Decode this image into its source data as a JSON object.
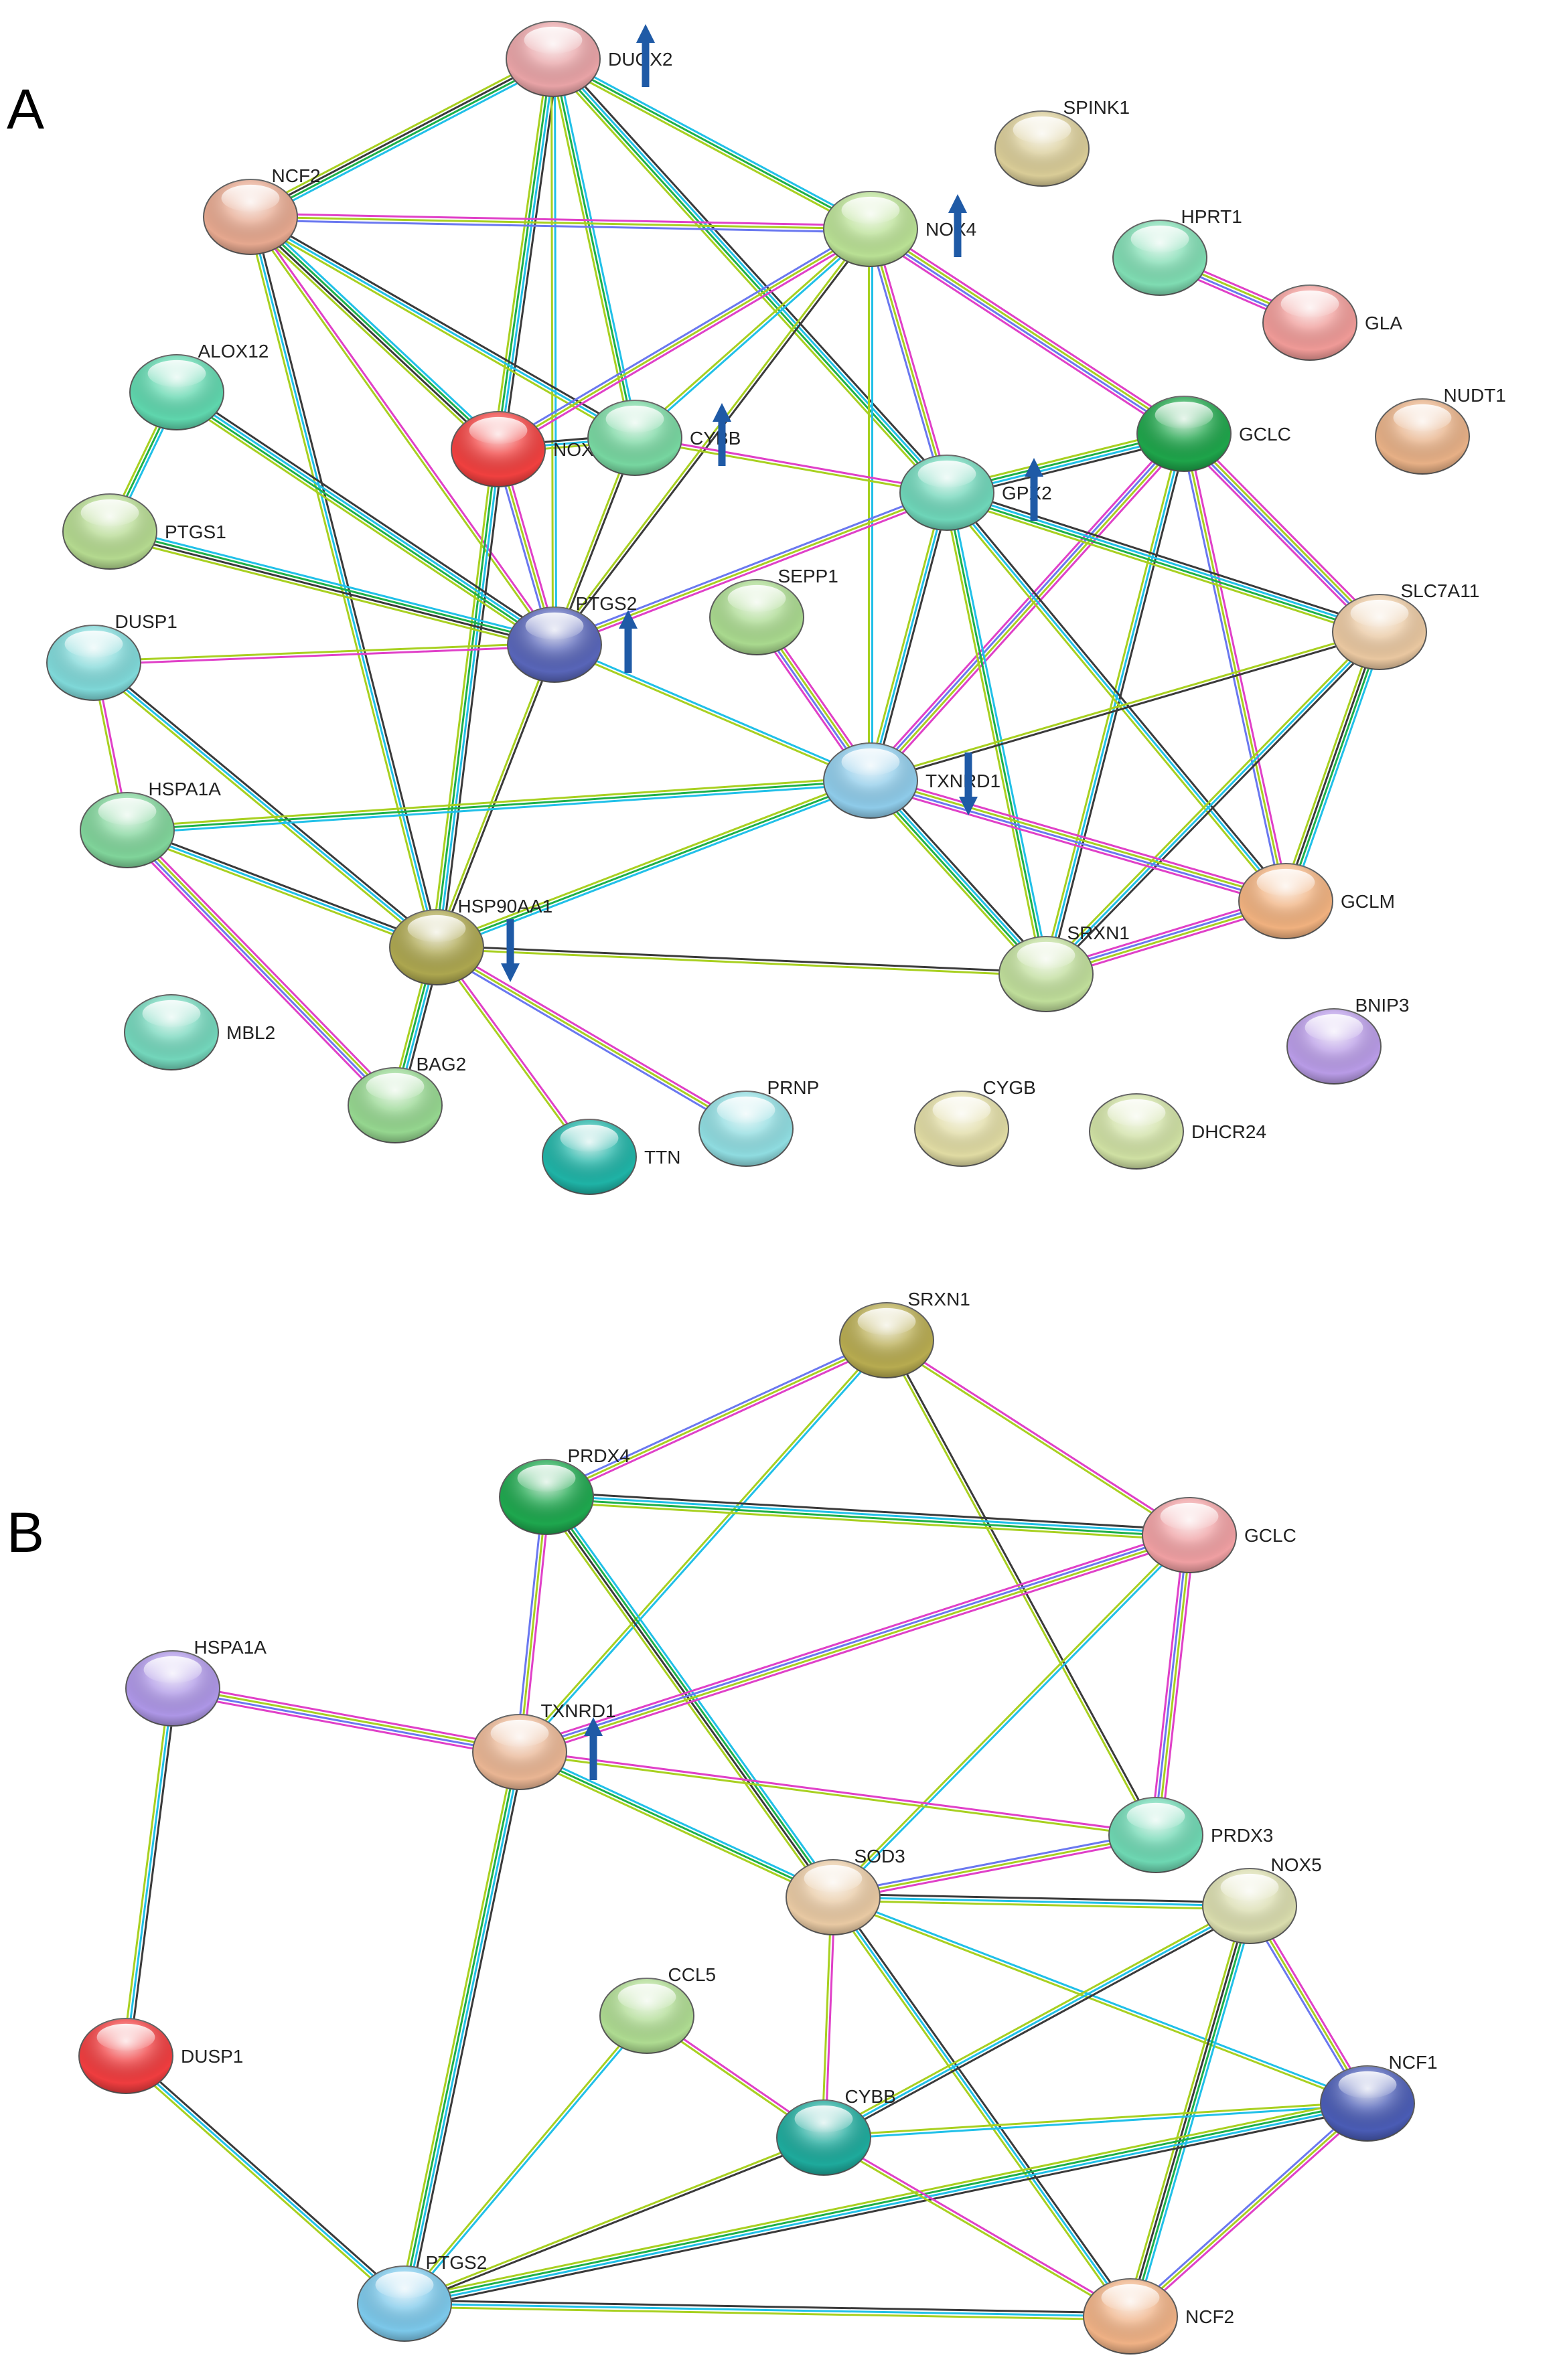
{
  "panels": [
    {
      "letter": "A",
      "nodes": [
        {
          "id": "DUOX2",
          "label": "DUOX2",
          "color": "#e8a3a6",
          "arrow": "up"
        },
        {
          "id": "SPINK1",
          "label": "SPINK1",
          "color": "#d9cc97"
        },
        {
          "id": "NCF2",
          "label": "NCF2",
          "color": "#e6a88f"
        },
        {
          "id": "NOX4",
          "label": "NOX4",
          "color": "#b9e094",
          "arrow": "up"
        },
        {
          "id": "HPRT1",
          "label": "HPRT1",
          "color": "#7fdcb2"
        },
        {
          "id": "GLA",
          "label": "GLA",
          "color": "#ef9a97"
        },
        {
          "id": "ALOX12",
          "label": "ALOX12",
          "color": "#5fd6ad"
        },
        {
          "id": "NOX5",
          "label": "NOX5",
          "color": "#f0403f"
        },
        {
          "id": "CYBB",
          "label": "CYBB",
          "color": "#77d6a0",
          "arrow": "up"
        },
        {
          "id": "GCLC",
          "label": "GCLC",
          "color": "#1ea44a"
        },
        {
          "id": "NUDT1",
          "label": "NUDT1",
          "color": "#e7b086"
        },
        {
          "id": "PTGS1",
          "label": "PTGS1",
          "color": "#b4d98f"
        },
        {
          "id": "GPX2",
          "label": "GPX2",
          "color": "#6ed5b8",
          "arrow": "up"
        },
        {
          "id": "SEPP1",
          "label": "SEPP1",
          "color": "#a9d98e"
        },
        {
          "id": "PTGS2",
          "label": "PTGS2",
          "color": "#5865b8",
          "arrow": "up"
        },
        {
          "id": "SLC7A11",
          "label": "SLC7A11",
          "color": "#e9c7a0"
        },
        {
          "id": "DUSP1",
          "label": "DUSP1",
          "color": "#7fd8d8"
        },
        {
          "id": "TXNRD1",
          "label": "TXNRD1",
          "color": "#8ecbe9",
          "arrow": "down"
        },
        {
          "id": "HSPA1A",
          "label": "HSPA1A",
          "color": "#80d49a"
        },
        {
          "id": "GCLM",
          "label": "GCLM",
          "color": "#f0b17f"
        },
        {
          "id": "HSP90AA1",
          "label": "HSP90AA1",
          "color": "#aca64f",
          "arrow": "down"
        },
        {
          "id": "SRXN1",
          "label": "SRXN1",
          "color": "#bfdd9a"
        },
        {
          "id": "BNIP3",
          "label": "BNIP3",
          "color": "#b89be6"
        },
        {
          "id": "MBL2",
          "label": "MBL2",
          "color": "#73d6bb"
        },
        {
          "id": "BAG2",
          "label": "BAG2",
          "color": "#95d68f"
        },
        {
          "id": "TTN",
          "label": "TTN",
          "color": "#1fb3a6"
        },
        {
          "id": "PRNP",
          "label": "PRNP",
          "color": "#8fdce0"
        },
        {
          "id": "CYGB",
          "label": "CYGB",
          "color": "#e0dba3"
        },
        {
          "id": "DHCR24",
          "label": "DHCR24",
          "color": "#cfe0a3"
        }
      ],
      "edges": [
        [
          "DUOX2",
          "NCF2"
        ],
        [
          "DUOX2",
          "NOX4"
        ],
        [
          "DUOX2",
          "NOX5"
        ],
        [
          "DUOX2",
          "CYBB"
        ],
        [
          "DUOX2",
          "PTGS2"
        ],
        [
          "DUOX2",
          "GPX2"
        ],
        [
          "NCF2",
          "NOX4"
        ],
        [
          "NCF2",
          "NOX5"
        ],
        [
          "NCF2",
          "CYBB"
        ],
        [
          "NCF2",
          "PTGS2"
        ],
        [
          "NCF2",
          "HSP90AA1"
        ],
        [
          "NOX4",
          "NOX5"
        ],
        [
          "NOX4",
          "CYBB"
        ],
        [
          "NOX4",
          "PTGS2"
        ],
        [
          "NOX4",
          "GCLC"
        ],
        [
          "NOX4",
          "GPX2"
        ],
        [
          "NOX4",
          "TXNRD1"
        ],
        [
          "NOX5",
          "CYBB"
        ],
        [
          "NOX5",
          "PTGS2"
        ],
        [
          "NOX5",
          "HSP90AA1"
        ],
        [
          "CYBB",
          "PTGS2"
        ],
        [
          "CYBB",
          "GPX2"
        ],
        [
          "HPRT1",
          "GLA"
        ],
        [
          "ALOX12",
          "PTGS1"
        ],
        [
          "ALOX12",
          "PTGS2"
        ],
        [
          "PTGS1",
          "PTGS2"
        ],
        [
          "GCLC",
          "GPX2"
        ],
        [
          "GCLC",
          "SLC7A11"
        ],
        [
          "GCLC",
          "GCLM"
        ],
        [
          "GCLC",
          "TXNRD1"
        ],
        [
          "GCLC",
          "SRXN1"
        ],
        [
          "GPX2",
          "TXNRD1"
        ],
        [
          "GPX2",
          "SLC7A11"
        ],
        [
          "GPX2",
          "GCLM"
        ],
        [
          "GPX2",
          "SRXN1"
        ],
        [
          "GPX2",
          "PTGS2"
        ],
        [
          "SEPP1",
          "TXNRD1"
        ],
        [
          "PTGS2",
          "DUSP1"
        ],
        [
          "PTGS2",
          "TXNRD1"
        ],
        [
          "PTGS2",
          "HSP90AA1"
        ],
        [
          "SLC7A11",
          "TXNRD1"
        ],
        [
          "SLC7A11",
          "GCLM"
        ],
        [
          "SLC7A11",
          "SRXN1"
        ],
        [
          "DUSP1",
          "HSPA1A"
        ],
        [
          "DUSP1",
          "HSP90AA1"
        ],
        [
          "TXNRD1",
          "HSPA1A"
        ],
        [
          "TXNRD1",
          "GCLM"
        ],
        [
          "TXNRD1",
          "SRXN1"
        ],
        [
          "TXNRD1",
          "HSP90AA1"
        ],
        [
          "HSPA1A",
          "HSP90AA1"
        ],
        [
          "HSPA1A",
          "BAG2"
        ],
        [
          "GCLM",
          "SRXN1"
        ],
        [
          "HSP90AA1",
          "SRXN1"
        ],
        [
          "HSP90AA1",
          "BAG2"
        ],
        [
          "HSP90AA1",
          "TTN"
        ],
        [
          "HSP90AA1",
          "PRNP"
        ]
      ]
    },
    {
      "letter": "B",
      "nodes": [
        {
          "id": "SRXN1",
          "label": "SRXN1",
          "color": "#b7ab50"
        },
        {
          "id": "PRDX4",
          "label": "PRDX4",
          "color": "#1ea74e"
        },
        {
          "id": "GCLC",
          "label": "GCLC",
          "color": "#ef9fa2"
        },
        {
          "id": "HSPA1A",
          "label": "HSPA1A",
          "color": "#ad96e6"
        },
        {
          "id": "TXNRD1",
          "label": "TXNRD1",
          "color": "#e9b593",
          "arrow": "up"
        },
        {
          "id": "PRDX3",
          "label": "PRDX3",
          "color": "#6ed7b2"
        },
        {
          "id": "SOD3",
          "label": "SOD3",
          "color": "#e8c9a3"
        },
        {
          "id": "NOX5",
          "label": "NOX5",
          "color": "#d9dcad"
        },
        {
          "id": "CCL5",
          "label": "CCL5",
          "color": "#aedb91"
        },
        {
          "id": "DUSP1",
          "label": "DUSP1",
          "color": "#ef3d3f"
        },
        {
          "id": "NCF1",
          "label": "NCF1",
          "color": "#4a5cb5"
        },
        {
          "id": "CYBB",
          "label": "CYBB",
          "color": "#1eaa9c"
        },
        {
          "id": "PTGS2",
          "label": "PTGS2",
          "color": "#7cc8ea"
        },
        {
          "id": "NCF2",
          "label": "NCF2",
          "color": "#efb185"
        }
      ],
      "edges": [
        [
          "SRXN1",
          "PRDX4"
        ],
        [
          "SRXN1",
          "GCLC"
        ],
        [
          "SRXN1",
          "TXNRD1"
        ],
        [
          "SRXN1",
          "PRDX3"
        ],
        [
          "PRDX4",
          "GCLC"
        ],
        [
          "PRDX4",
          "TXNRD1"
        ],
        [
          "PRDX4",
          "SOD3"
        ],
        [
          "GCLC",
          "TXNRD1"
        ],
        [
          "GCLC",
          "PRDX3"
        ],
        [
          "GCLC",
          "SOD3"
        ],
        [
          "HSPA1A",
          "TXNRD1"
        ],
        [
          "HSPA1A",
          "DUSP1"
        ],
        [
          "TXNRD1",
          "PRDX3"
        ],
        [
          "TXNRD1",
          "SOD3"
        ],
        [
          "TXNRD1",
          "PTGS2"
        ],
        [
          "PRDX3",
          "SOD3"
        ],
        [
          "SOD3",
          "NOX5"
        ],
        [
          "SOD3",
          "CYBB"
        ],
        [
          "SOD3",
          "NCF1"
        ],
        [
          "SOD3",
          "NCF2"
        ],
        [
          "NOX5",
          "CYBB"
        ],
        [
          "NOX5",
          "NCF1"
        ],
        [
          "NOX5",
          "NCF2"
        ],
        [
          "CCL5",
          "CYBB"
        ],
        [
          "CCL5",
          "PTGS2"
        ],
        [
          "DUSP1",
          "PTGS2"
        ],
        [
          "NCF1",
          "CYBB"
        ],
        [
          "NCF1",
          "NCF2"
        ],
        [
          "NCF1",
          "PTGS2"
        ],
        [
          "CYBB",
          "NCF2"
        ],
        [
          "CYBB",
          "PTGS2"
        ],
        [
          "PTGS2",
          "NCF2"
        ]
      ]
    }
  ]
}
